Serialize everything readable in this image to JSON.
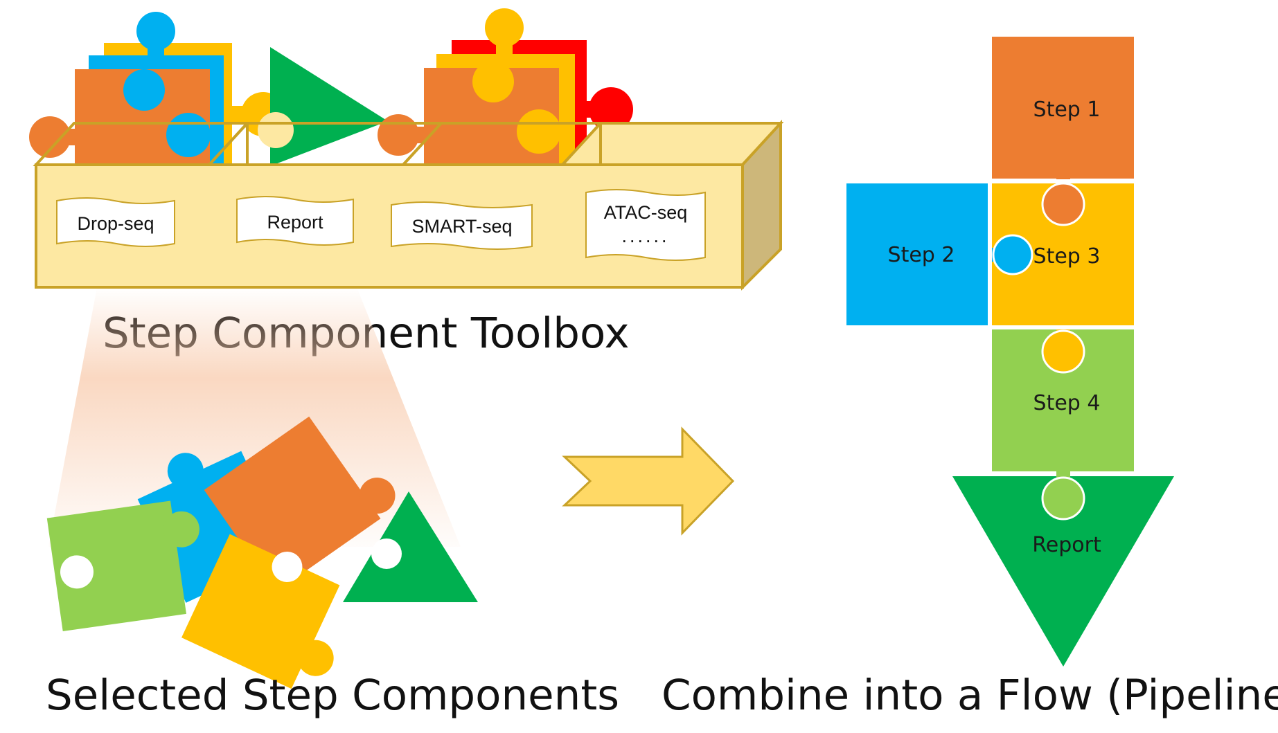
{
  "toolbox": {
    "title": "Step Component Toolbox",
    "labels": [
      "Drop-seq",
      "Report",
      "SMART-seq",
      "ATAC-seq"
    ],
    "ellipsis": "......"
  },
  "selected": {
    "caption": "Selected Step Components"
  },
  "flow": {
    "caption": "Combine into a Flow (Pipeline)",
    "steps": [
      "Step 1",
      "Step 2",
      "Step 3",
      "Step 4"
    ],
    "report": "Report"
  },
  "colors": {
    "orange": "#ED7D31",
    "blue": "#00B0F0",
    "yellow": "#FFC000",
    "red": "#FF0000",
    "green": "#00B050",
    "light_green": "#92D050",
    "box_fill": "#FDE8A2",
    "box_stroke": "#C9A227",
    "arrow_fill": "#FFD966",
    "beam": "#F8CBAD"
  }
}
